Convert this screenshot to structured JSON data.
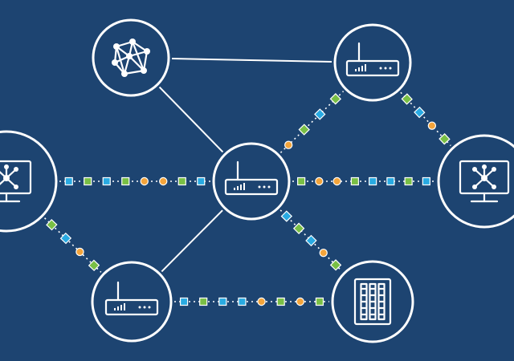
{
  "colors": {
    "background": "#1d4471",
    "line": "#ffffff",
    "packet_blue": "#29aae2",
    "packet_green": "#79bf45",
    "packet_orange": "#f3a43b"
  },
  "nodes": [
    {
      "id": "mesh",
      "icon": "mesh-network-icon"
    },
    {
      "id": "router_top",
      "icon": "router-icon"
    },
    {
      "id": "monitor_left",
      "icon": "monitor-network-icon"
    },
    {
      "id": "router_center",
      "icon": "router-icon"
    },
    {
      "id": "monitor_right",
      "icon": "monitor-network-icon"
    },
    {
      "id": "router_bottom",
      "icon": "router-icon"
    },
    {
      "id": "server",
      "icon": "server-rack-icon"
    }
  ],
  "links": [
    {
      "from": "mesh",
      "to": "router_top",
      "style": "plain"
    },
    {
      "from": "mesh",
      "to": "router_center",
      "style": "plain"
    },
    {
      "from": "router_center",
      "to": "router_bottom",
      "style": "plain"
    },
    {
      "from": "monitor_left",
      "to": "router_center",
      "style": "data",
      "packets": [
        "blue",
        "green",
        "blue",
        "green",
        "orange",
        "orange",
        "green",
        "blue"
      ]
    },
    {
      "from": "router_center",
      "to": "monitor_right",
      "style": "data",
      "packets": [
        "green",
        "orange",
        "orange",
        "green",
        "blue",
        "blue",
        "green",
        "blue"
      ]
    },
    {
      "from": "router_center",
      "to": "router_top",
      "style": "data",
      "packets": [
        "orange",
        "green",
        "blue",
        "green"
      ]
    },
    {
      "from": "router_top",
      "to": "monitor_right",
      "style": "data",
      "packets": [
        "green",
        "blue",
        "orange",
        "green"
      ]
    },
    {
      "from": "monitor_left",
      "to": "router_bottom",
      "style": "data",
      "packets": [
        "green",
        "blue",
        "orange",
        "green"
      ]
    },
    {
      "from": "router_center",
      "to": "server",
      "style": "data",
      "packets": [
        "blue",
        "green",
        "blue",
        "orange",
        "green"
      ]
    },
    {
      "from": "router_bottom",
      "to": "server",
      "style": "data",
      "packets": [
        "blue",
        "green",
        "blue",
        "blue",
        "orange",
        "green",
        "orange",
        "green"
      ]
    }
  ]
}
